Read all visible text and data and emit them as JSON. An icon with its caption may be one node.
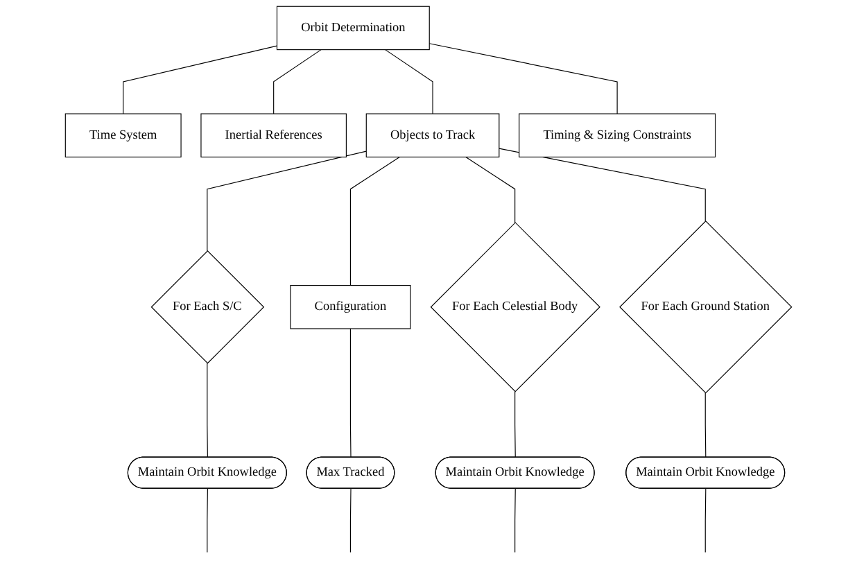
{
  "diagram": {
    "nodes": [
      {
        "text": [
          "Orbit Determination"
        ]
      },
      {
        "text": [
          "Time System"
        ]
      },
      {
        "text": [
          "Inertial References"
        ]
      },
      {
        "text": [
          "Objects to Track"
        ]
      },
      {
        "text": [
          "Timing & Sizing Constraints"
        ]
      },
      {
        "text": [
          "For Each S/C"
        ]
      },
      {
        "text": [
          "Configuration"
        ]
      },
      {
        "text": [
          "For Each Celestial Body"
        ]
      },
      {
        "text": [
          "For Each Ground Station"
        ]
      },
      {
        "text": [
          "Maintain Orbit Knowledge"
        ]
      },
      {
        "text": [
          "Max Tracked"
        ]
      },
      {
        "text": [
          "Maintain Orbit Knowledge"
        ]
      },
      {
        "text": [
          "Maintain Orbit Knowledge"
        ]
      }
    ],
    "edges": [
      {
        "from": 0,
        "to": 1,
        "arrow": "none"
      },
      {
        "from": 0,
        "to": 2,
        "arrow": "none"
      },
      {
        "from": 0,
        "to": 3,
        "arrow": "none"
      },
      {
        "from": 0,
        "to": 4,
        "arrow": "none"
      },
      {
        "from": 3,
        "to": 5,
        "arrow": "none"
      },
      {
        "from": 3,
        "to": 6,
        "arrow": "none"
      },
      {
        "from": 3,
        "to": 7,
        "arrow": "none"
      },
      {
        "from": 3,
        "to": 8,
        "arrow": "none"
      },
      {
        "from": 5,
        "to": 9,
        "arrow": "none"
      },
      {
        "from": 6,
        "to": 10,
        "arrow": "none"
      },
      {
        "from": 7,
        "to": 11,
        "arrow": "none"
      },
      {
        "from": 8,
        "to": 12,
        "arrow": "none"
      },
      {
        "from": 9,
        "to": null,
        "arrow": "none"
      },
      {
        "from": 10,
        "to": null,
        "arrow": "none"
      },
      {
        "from": 11,
        "to": null,
        "arrow": "none"
      },
      {
        "from": 12,
        "to": null,
        "arrow": "none"
      }
    ]
  }
}
